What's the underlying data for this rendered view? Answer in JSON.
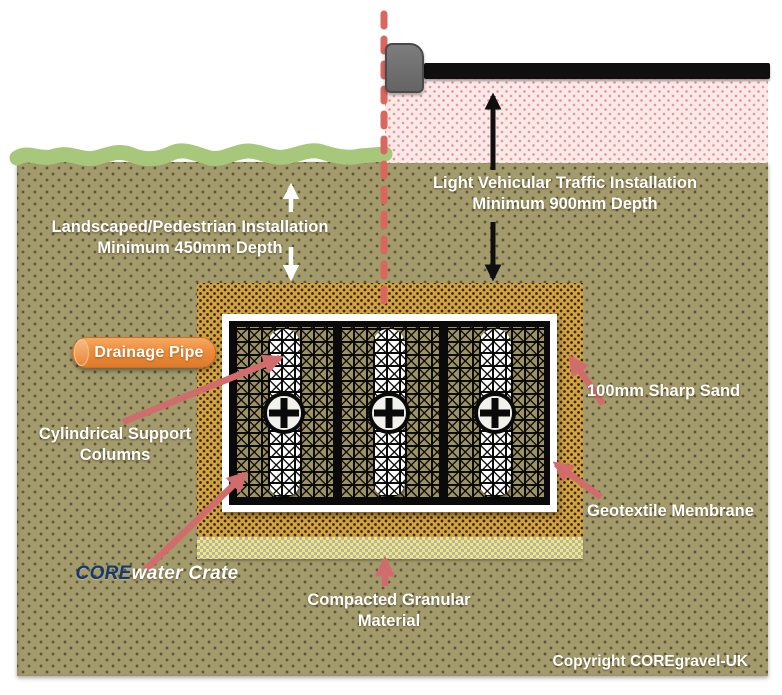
{
  "labels": {
    "landscaped_line1": "Landscaped/Pedestrian Installation",
    "landscaped_line2": "Minimum 450mm Depth",
    "vehicular_line1": "Light Vehicular Traffic Installation",
    "vehicular_line2": "Minimum 900mm Depth",
    "drainage_pipe": "Drainage Pipe",
    "cylindrical_line1": "Cylindrical Support",
    "cylindrical_line2": "Columns",
    "sharp_sand": "100mm Sharp Sand",
    "geotextile": "Geotextile Membrane",
    "corewater_brand": "CORE",
    "corewater_rest": "water Crate",
    "compacted_line1": "Compacted Granular",
    "compacted_line2": "Material",
    "copyright": "Copyright COREgravel-UK"
  },
  "colors": {
    "soil": "#a49b6d",
    "grass": "#a7c87b",
    "sharp_sand": "#d5a33f",
    "road_subbase_pink": "#f9e9e9",
    "asphalt": "#0f0f0f",
    "kerb_gray": "#6f6f6f",
    "boundary_dash_red": "#d9675f",
    "annotation_arrow_pink": "#d06c6c",
    "pipe_orange": "#ee8c3c",
    "granular_gray": "#b4b2b6",
    "granular_yellow": "#f0ea68",
    "brand_navy": "#16386b",
    "crate_black": "#0a0a0a"
  }
}
